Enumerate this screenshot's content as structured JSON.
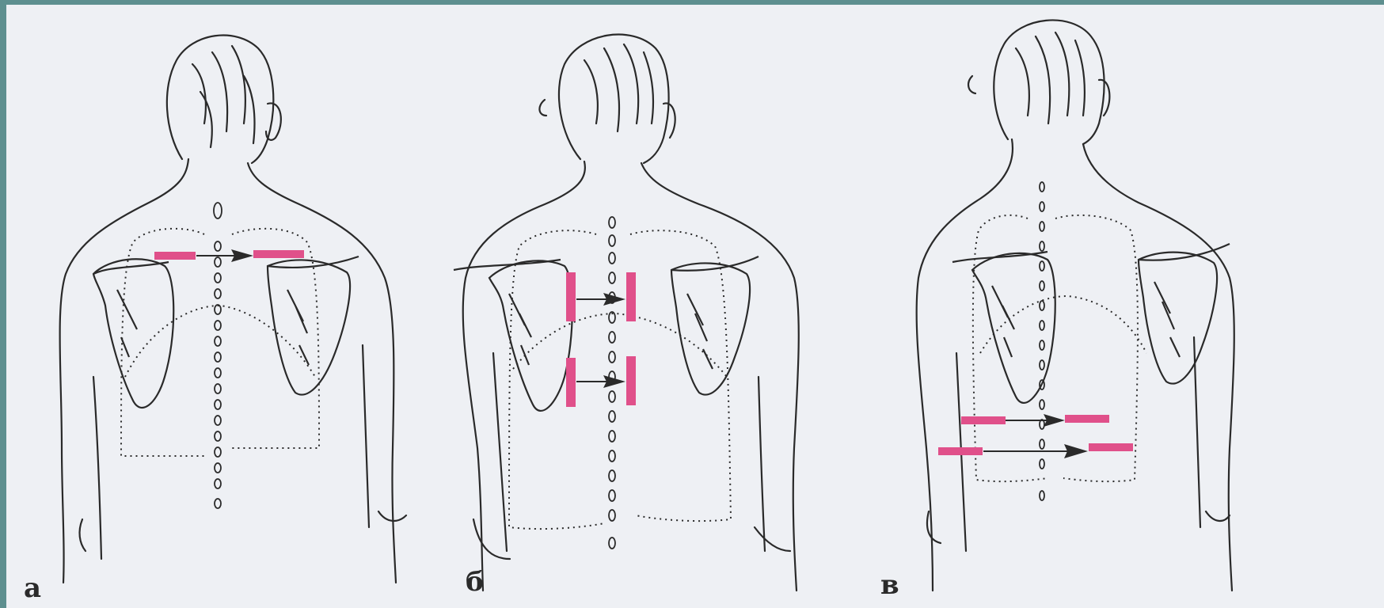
{
  "figure": {
    "panels": [
      {
        "id": "a",
        "label": "а",
        "percussion": "apex"
      },
      {
        "id": "b",
        "label": "б",
        "percussion": "interscapular"
      },
      {
        "id": "c",
        "label": "в",
        "percussion": "lower-lateral"
      }
    ],
    "colors": {
      "background": "#eef0f4",
      "ink": "#2a2a2a",
      "marker": "#e0508a",
      "border": "#5e8f8f"
    }
  }
}
